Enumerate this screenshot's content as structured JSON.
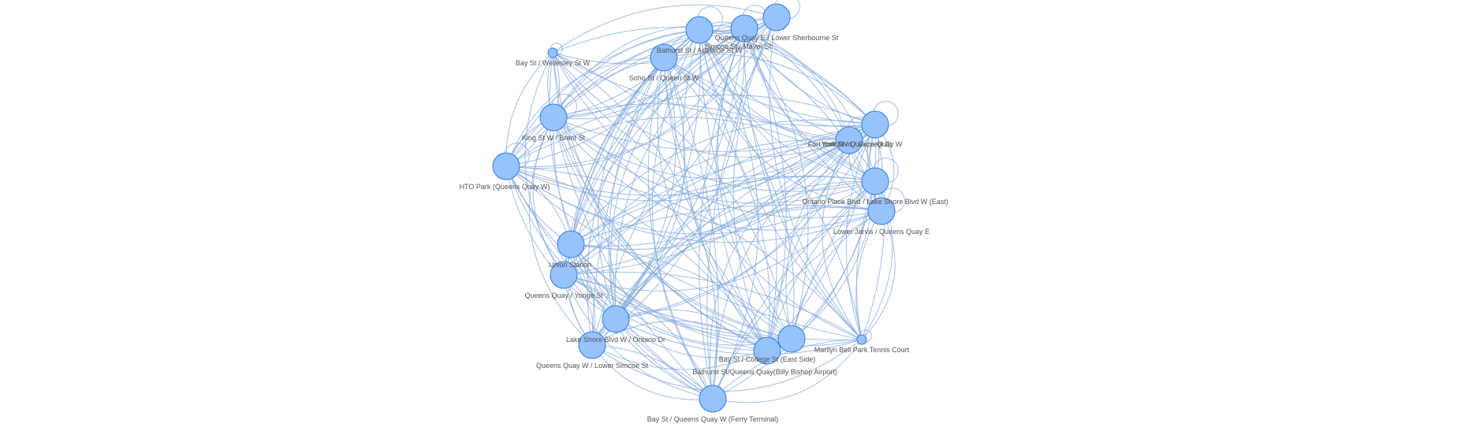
{
  "colors": {
    "background": "#ffffff",
    "node_fill": "#97c2fc",
    "node_stroke": "#2b7ce9",
    "edge": "#84a9dc",
    "label": "#555555"
  },
  "graph": {
    "nodes": [
      {
        "id": "n01",
        "label": "Bathurst St / Adelaide St W",
        "size": "large"
      },
      {
        "id": "n02",
        "label": "Queens Quay E / Lower Sherbourne St",
        "size": "large"
      },
      {
        "id": "n03",
        "label": "Soho St / Queen St W",
        "size": "large"
      },
      {
        "id": "n04",
        "label": "Bay St / Wellesley St W",
        "size": "small"
      },
      {
        "id": "n05",
        "label": "Simcoe St / Mayor St",
        "size": "large"
      },
      {
        "id": "n06",
        "label": "King St W / Brant St",
        "size": "large"
      },
      {
        "id": "n07",
        "label": "HTO Park (Queens Quay W)",
        "size": "large"
      },
      {
        "id": "n08",
        "label": "York St / Queens Quay W",
        "size": "large"
      },
      {
        "id": "n09",
        "label": "Fort York Blvd / Capreol Ct",
        "size": "large"
      },
      {
        "id": "n10",
        "label": "Ontario Place Blvd / Lake Shore Blvd W (East)",
        "size": "large"
      },
      {
        "id": "n11",
        "label": "Lower Jarvis / Queens Quay E",
        "size": "large"
      },
      {
        "id": "n12",
        "label": "Union Station",
        "size": "large"
      },
      {
        "id": "n13",
        "label": "Queens Quay / Yonge St",
        "size": "large"
      },
      {
        "id": "n14",
        "label": "Lake Shore Blvd W / Ontario Dr",
        "size": "large"
      },
      {
        "id": "n15",
        "label": "Queens Quay W / Lower Simcoe St",
        "size": "large"
      },
      {
        "id": "n16",
        "label": "Bathurst St/Queens Quay(Billy Bishop Airport)",
        "size": "large"
      },
      {
        "id": "n17",
        "label": "Marilyn Bell Park Tennis Court",
        "size": "small"
      },
      {
        "id": "n18",
        "label": "Bay St / College St (East Side)",
        "size": "large"
      },
      {
        "id": "n19",
        "label": "Bay St / Queens Quay W (Ferry Terminal)",
        "size": "large"
      }
    ],
    "self_loops": [
      "n01",
      "n02",
      "n05",
      "n04",
      "n06",
      "n08",
      "n09",
      "n17",
      "n10",
      "n11",
      "n07"
    ]
  }
}
